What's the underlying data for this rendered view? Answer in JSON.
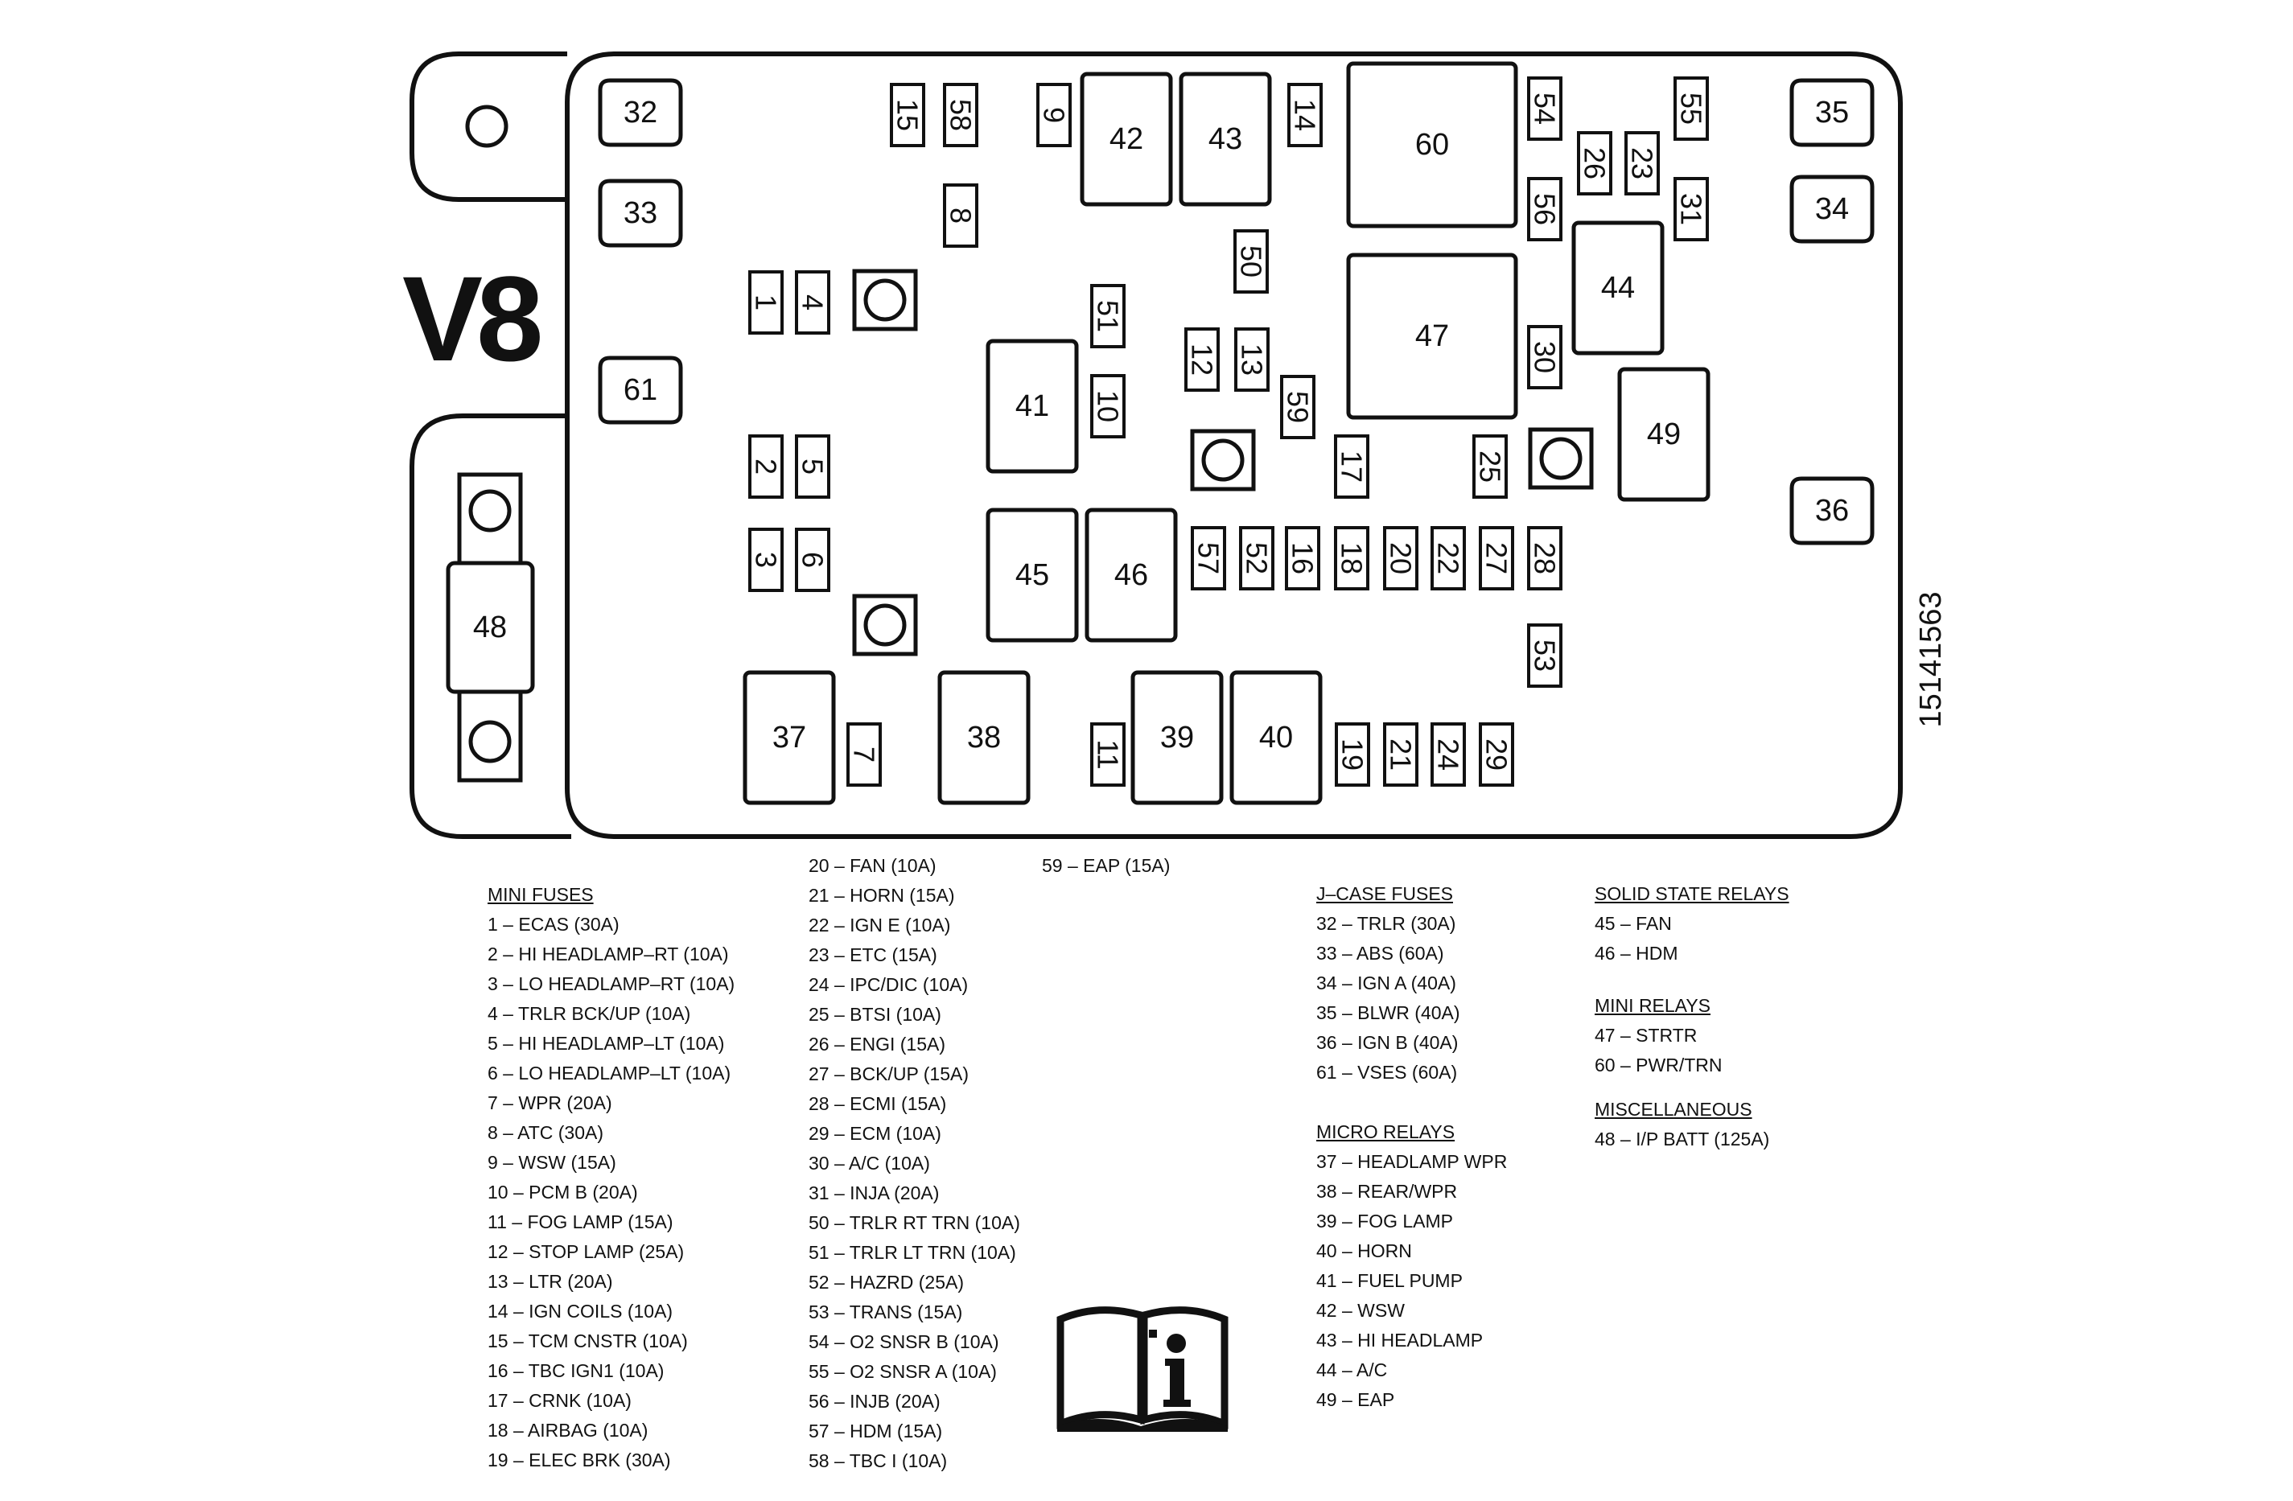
{
  "layout_label": "V8",
  "part_number": "15141563",
  "components": [
    {
      "id": "1",
      "shape": "fuse"
    },
    {
      "id": "2",
      "shape": "fuse"
    },
    {
      "id": "3",
      "shape": "fuse"
    },
    {
      "id": "4",
      "shape": "fuse"
    },
    {
      "id": "5",
      "shape": "fuse"
    },
    {
      "id": "6",
      "shape": "fuse"
    },
    {
      "id": "7",
      "shape": "fuse"
    },
    {
      "id": "8",
      "shape": "fuse"
    },
    {
      "id": "9",
      "shape": "fuse"
    },
    {
      "id": "10",
      "shape": "fuse"
    },
    {
      "id": "11",
      "shape": "fuse"
    },
    {
      "id": "12",
      "shape": "fuse"
    },
    {
      "id": "13",
      "shape": "fuse"
    },
    {
      "id": "14",
      "shape": "fuse"
    },
    {
      "id": "15",
      "shape": "fuse"
    },
    {
      "id": "16",
      "shape": "fuse"
    },
    {
      "id": "17",
      "shape": "fuse"
    },
    {
      "id": "18",
      "shape": "fuse"
    },
    {
      "id": "19",
      "shape": "fuse"
    },
    {
      "id": "20",
      "shape": "fuse"
    },
    {
      "id": "21",
      "shape": "fuse"
    },
    {
      "id": "22",
      "shape": "fuse"
    },
    {
      "id": "23",
      "shape": "fuse"
    },
    {
      "id": "24",
      "shape": "fuse"
    },
    {
      "id": "25",
      "shape": "fuse"
    },
    {
      "id": "26",
      "shape": "fuse"
    },
    {
      "id": "27",
      "shape": "fuse"
    },
    {
      "id": "28",
      "shape": "fuse"
    },
    {
      "id": "29",
      "shape": "fuse"
    },
    {
      "id": "30",
      "shape": "fuse"
    },
    {
      "id": "31",
      "shape": "fuse"
    },
    {
      "id": "50",
      "shape": "fuse"
    },
    {
      "id": "51",
      "shape": "fuse"
    },
    {
      "id": "52",
      "shape": "fuse"
    },
    {
      "id": "53",
      "shape": "fuse"
    },
    {
      "id": "54",
      "shape": "fuse"
    },
    {
      "id": "55",
      "shape": "fuse"
    },
    {
      "id": "56",
      "shape": "fuse"
    },
    {
      "id": "57",
      "shape": "fuse"
    },
    {
      "id": "58",
      "shape": "fuse"
    },
    {
      "id": "59",
      "shape": "fuse"
    },
    {
      "id": "32",
      "shape": "jcase"
    },
    {
      "id": "33",
      "shape": "jcase"
    },
    {
      "id": "34",
      "shape": "jcase"
    },
    {
      "id": "35",
      "shape": "jcase"
    },
    {
      "id": "36",
      "shape": "jcase"
    },
    {
      "id": "61",
      "shape": "jcase"
    },
    {
      "id": "37",
      "shape": "relay"
    },
    {
      "id": "38",
      "shape": "relay"
    },
    {
      "id": "39",
      "shape": "relay"
    },
    {
      "id": "40",
      "shape": "relay"
    },
    {
      "id": "41",
      "shape": "relay"
    },
    {
      "id": "42",
      "shape": "relay"
    },
    {
      "id": "43",
      "shape": "relay"
    },
    {
      "id": "44",
      "shape": "relay"
    },
    {
      "id": "45",
      "shape": "relay"
    },
    {
      "id": "46",
      "shape": "relay"
    },
    {
      "id": "49",
      "shape": "relay"
    },
    {
      "id": "47",
      "shape": "relay"
    },
    {
      "id": "60",
      "shape": "relay"
    },
    {
      "id": "48",
      "shape": "mega"
    }
  ],
  "legend": {
    "col1": {
      "heading": "MINI FUSES",
      "items": [
        "1 – ECAS (30A)",
        "2 – HI HEADLAMP–RT (10A)",
        "3 – LO HEADLAMP–RT (10A)",
        "4 – TRLR BCK/UP (10A)",
        "5 – HI HEADLAMP–LT (10A)",
        "6 – LO HEADLAMP–LT (10A)",
        "7 – WPR (20A)",
        "8 – ATC (30A)",
        "9 – WSW (15A)",
        "10 – PCM B (20A)",
        "11 – FOG LAMP (15A)",
        "12 – STOP LAMP (25A)",
        "13 – LTR (20A)",
        "14 – IGN COILS (10A)",
        "15 – TCM CNSTR (10A)",
        "16 – TBC IGN1 (10A)",
        "17 – CRNK (10A)",
        "18 – AIRBAG (10A)",
        "19 – ELEC BRK (30A)"
      ]
    },
    "col2": {
      "items": [
        "20 – FAN (10A)",
        "21 – HORN (15A)",
        "22 – IGN E (10A)",
        "23 – ETC (15A)",
        "24 – IPC/DIC (10A)",
        "25 – BTSI (10A)",
        "26 – ENGI (15A)",
        "27 – BCK/UP (15A)",
        "28 – ECMI (15A)",
        "29 – ECM (10A)",
        "30 – A/C (10A)",
        "31 – INJA (20A)",
        "50 – TRLR RT TRN (10A)",
        "51 – TRLR LT TRN (10A)",
        "52 – HAZRD (25A)",
        "53 – TRANS (15A)",
        "54 – O2 SNSR B (10A)",
        "55 – O2 SNSR A (10A)",
        "56 – INJB (20A)",
        "57 – HDM (15A)",
        "58 – TBC I (10A)"
      ]
    },
    "col3": {
      "items": [
        "59 – EAP (15A)"
      ]
    },
    "col4": {
      "jcase_heading": "J–CASE FUSES",
      "jcase_items": [
        "32 – TRLR (30A)",
        "33 – ABS (60A)",
        "34 – IGN A (40A)",
        "35 – BLWR (40A)",
        "36 – IGN B (40A)",
        "61 – VSES (60A)"
      ],
      "micro_heading": "MICRO RELAYS",
      "micro_items": [
        "37 – HEADLAMP WPR",
        "38 – REAR/WPR",
        "39 – FOG LAMP",
        "40 – HORN",
        "41 – FUEL PUMP",
        "42 – WSW",
        "43 – HI HEADLAMP",
        "44 – A/C",
        "49 – EAP"
      ]
    },
    "col5": {
      "ssr_heading": "SOLID STATE RELAYS",
      "ssr_items": [
        "45 – FAN",
        "46 – HDM"
      ],
      "minirelay_heading": "MINI RELAYS",
      "minirelay_items": [
        "47 – STRTR",
        "60 – PWR/TRN"
      ],
      "misc_heading": "MISCELLANEOUS",
      "misc_items": [
        "48 – I/P BATT (125A)"
      ]
    }
  },
  "info_icon_name": "manual-info-icon"
}
